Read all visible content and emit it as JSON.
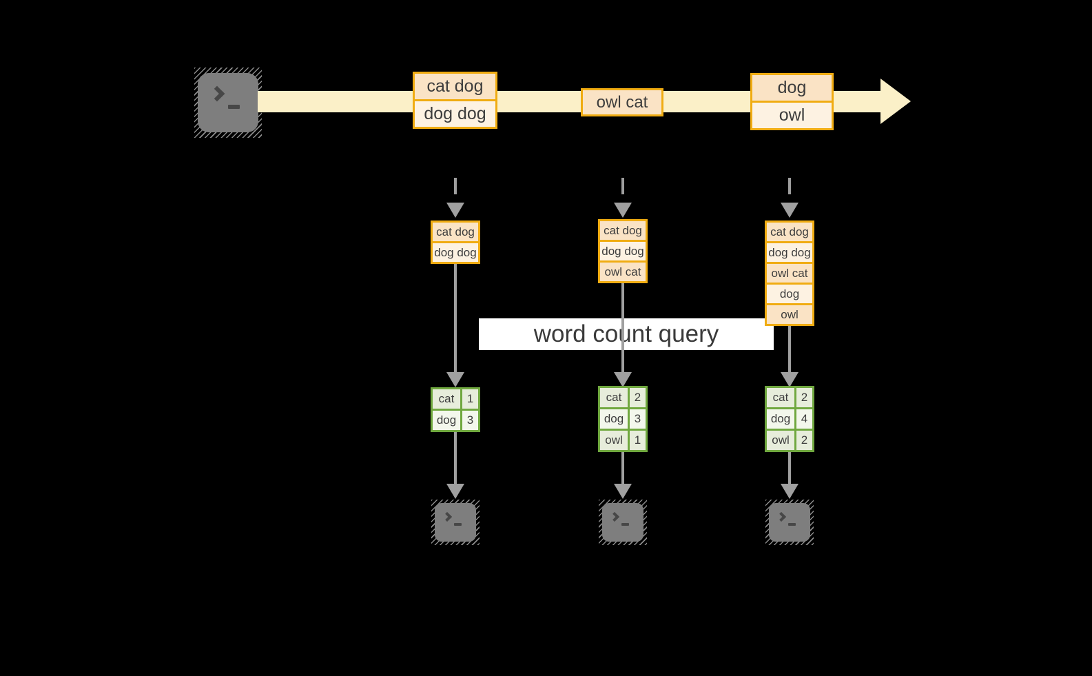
{
  "banner": {
    "label": "word count query"
  },
  "stream": {
    "events": [
      {
        "lines": [
          "cat dog",
          "dog dog"
        ]
      },
      {
        "lines": [
          "owl cat"
        ]
      },
      {
        "lines": [
          "dog",
          "owl"
        ]
      }
    ]
  },
  "columns": [
    {
      "buffer": [
        "cat dog",
        "dog dog"
      ],
      "counts": [
        {
          "word": "cat",
          "value": "1"
        },
        {
          "word": "dog",
          "value": "3"
        }
      ]
    },
    {
      "buffer": [
        "cat dog",
        "dog dog",
        "owl cat"
      ],
      "counts": [
        {
          "word": "cat",
          "value": "2"
        },
        {
          "word": "dog",
          "value": "3"
        },
        {
          "word": "owl",
          "value": "1"
        }
      ]
    },
    {
      "buffer": [
        "cat dog",
        "dog dog",
        "owl cat",
        "dog",
        "owl"
      ],
      "counts": [
        {
          "word": "cat",
          "value": "2"
        },
        {
          "word": "dog",
          "value": "4"
        },
        {
          "word": "owl",
          "value": "2"
        }
      ]
    }
  ],
  "icons": {
    "source": "terminal-icon",
    "sinks": [
      "terminal-icon",
      "terminal-icon",
      "terminal-icon"
    ]
  },
  "colors": {
    "background": "#000000",
    "stream_band": "#FBF0C8",
    "event_border": "#F0AC12",
    "event_fill_dark": "#FAE3C5",
    "event_fill_light": "#FDF2E2",
    "table_border": "#70A83F",
    "table_fill_dark": "#E7EDDB",
    "table_fill_light": "#F3F7EC",
    "arrow_gray": "#A0A0A0",
    "terminal_gray": "#7E7E7E",
    "text": "#3D3D3D"
  }
}
